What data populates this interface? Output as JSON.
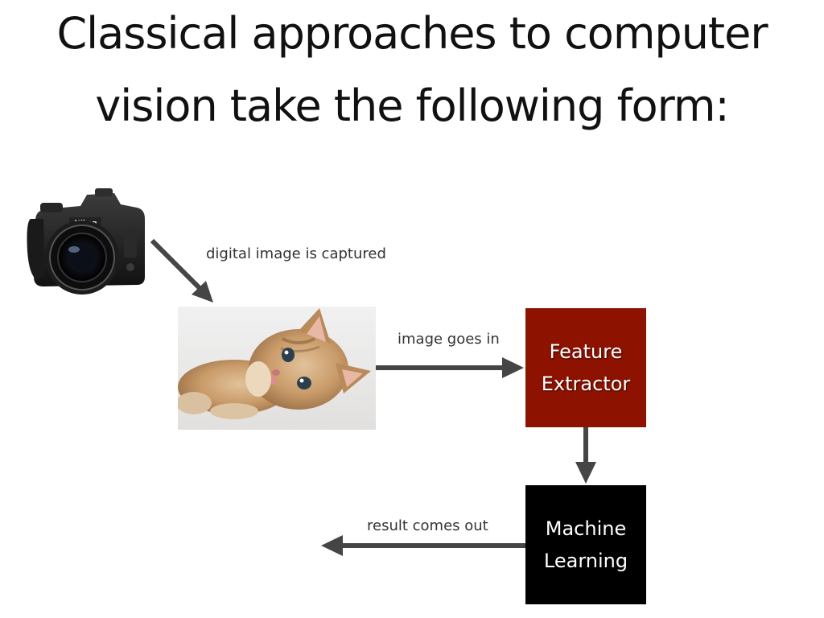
{
  "title": {
    "line1": "Classical approaches to computer",
    "line2": "vision take the following form:"
  },
  "labels": {
    "captured": "digital image is captured",
    "goes_in": "image goes in",
    "comes_out": "result comes out"
  },
  "boxes": {
    "feature_extractor": {
      "line1": "Feature",
      "line2": "Extractor",
      "color": "#8e1200"
    },
    "machine_learning": {
      "line1": "Machine",
      "line2": "Learning",
      "color": "#000000"
    }
  },
  "camera": {
    "brand": "Nikon"
  },
  "colors": {
    "arrow": "#454545",
    "text": "#111111"
  }
}
